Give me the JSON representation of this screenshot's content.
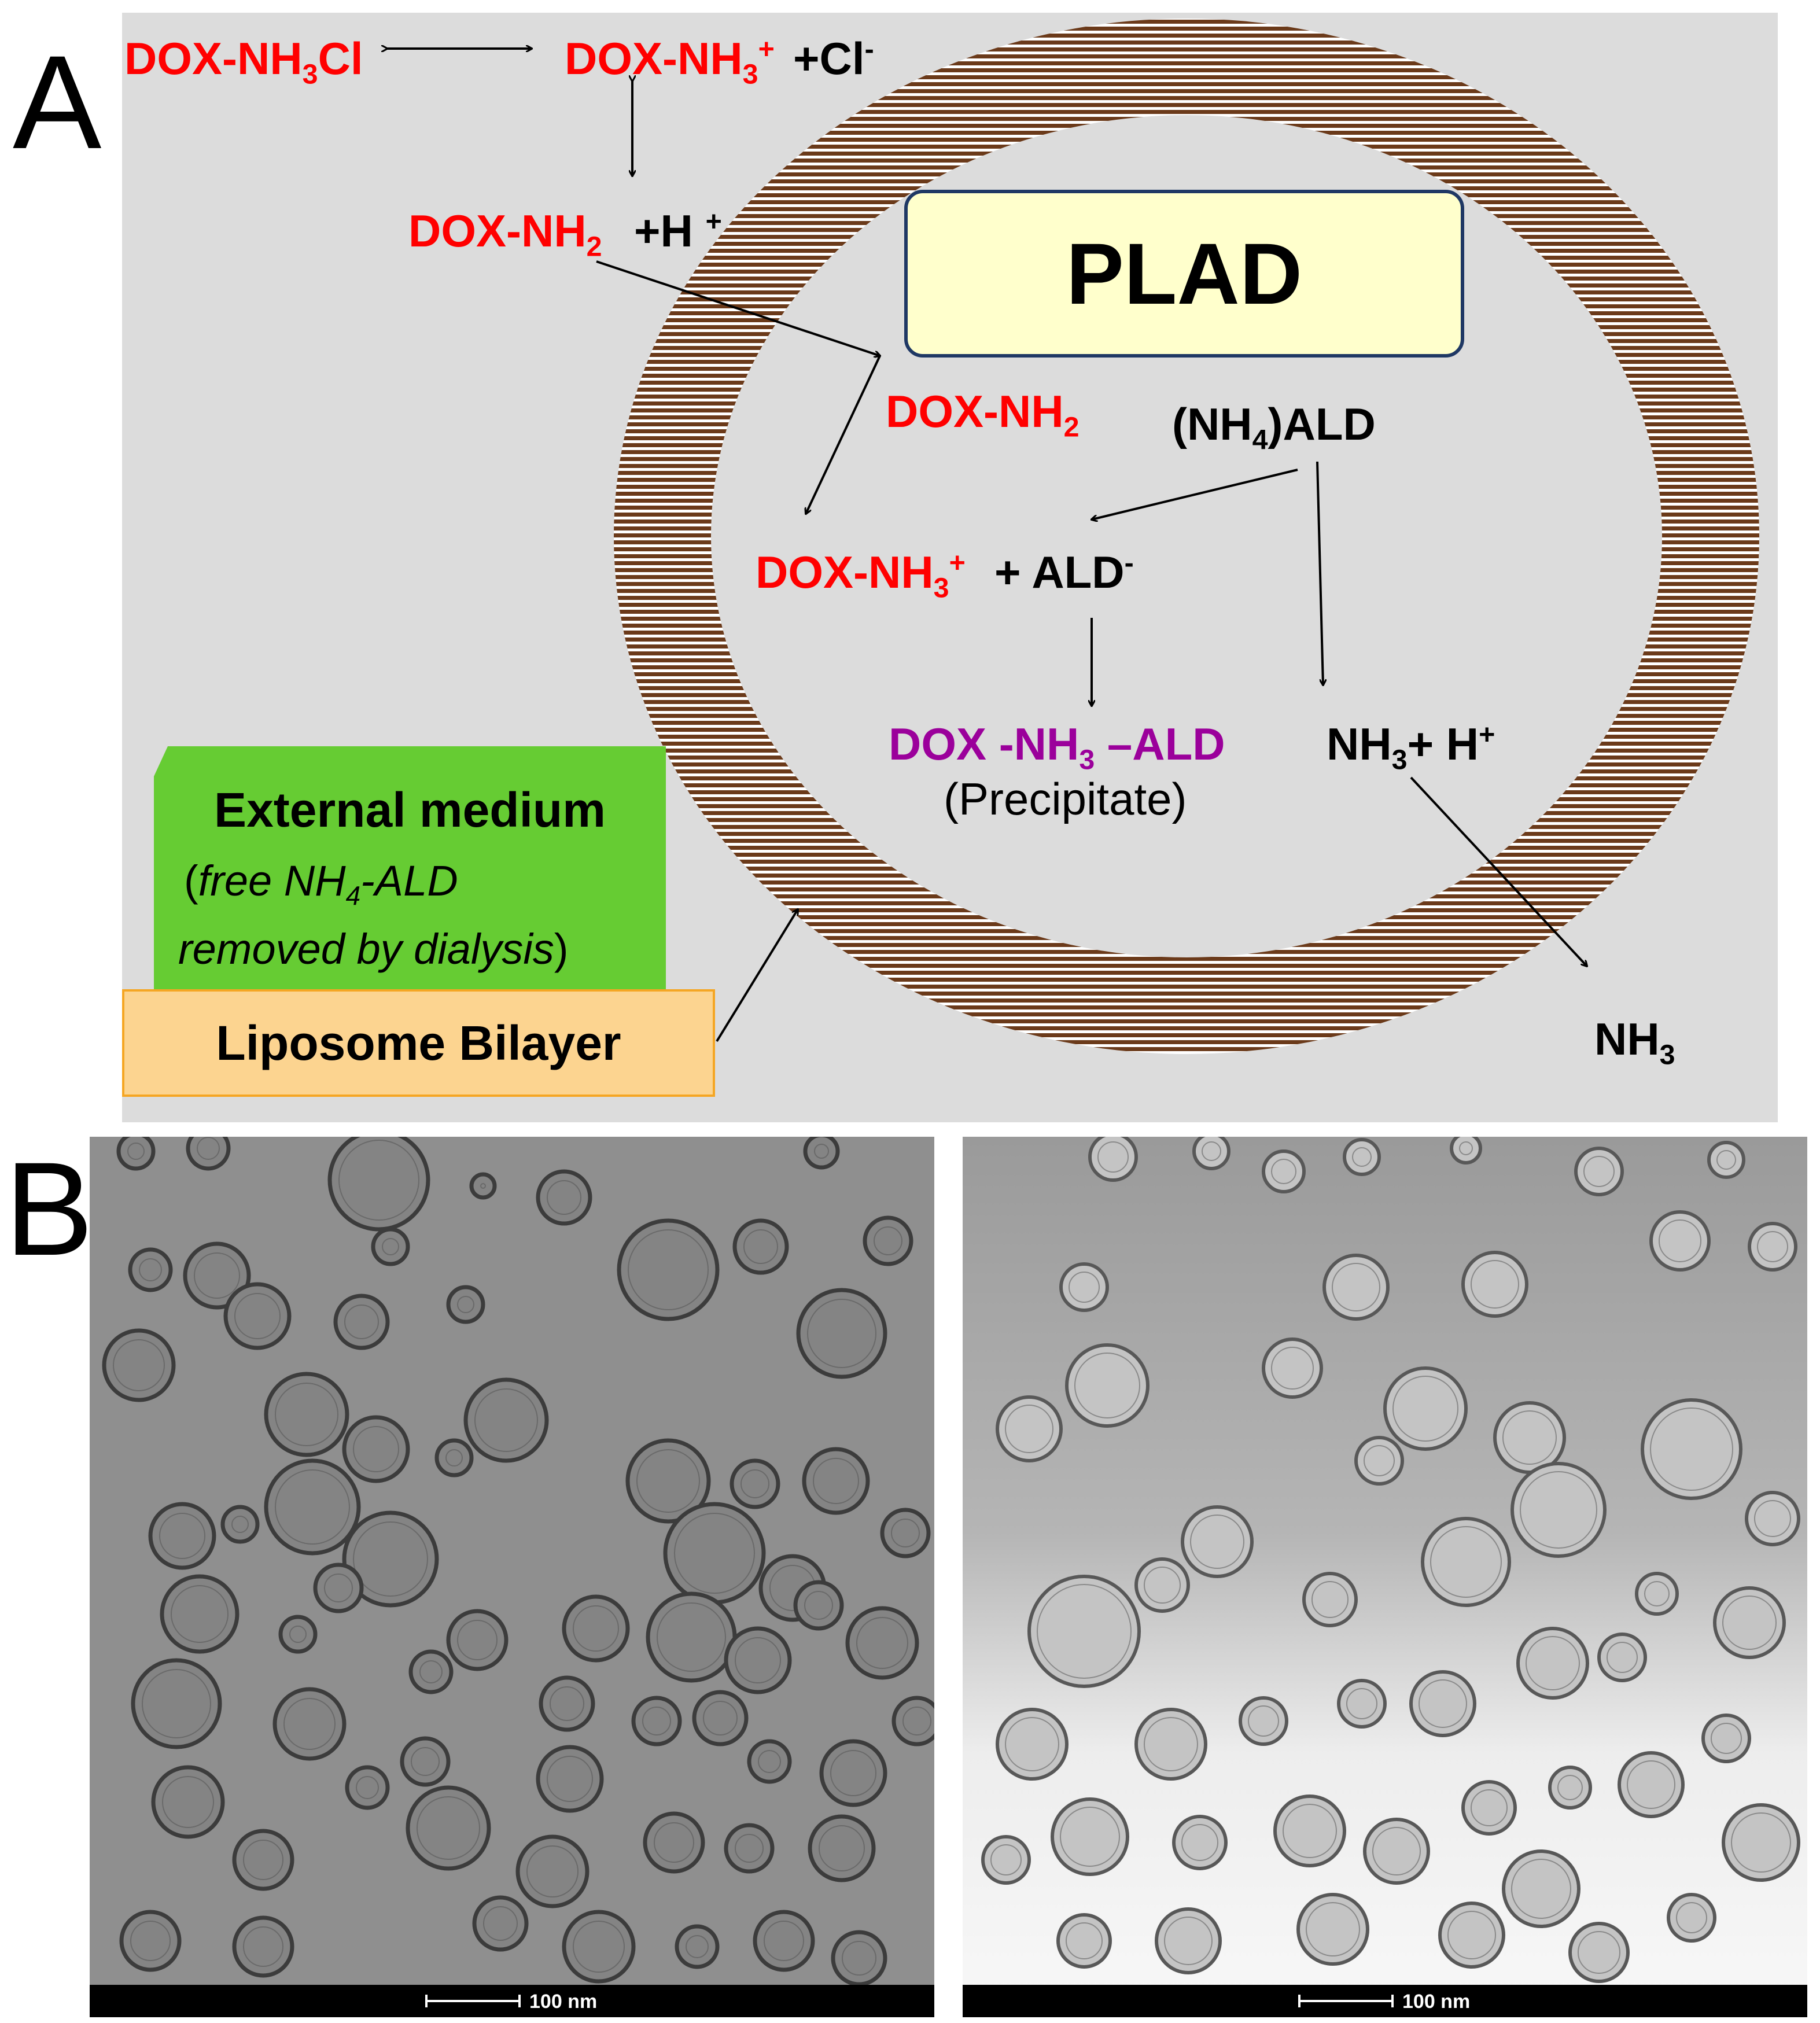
{
  "panels": {
    "a": "A",
    "b": "B"
  },
  "labels": {
    "dox_nh3cl": {
      "main": "DOX-NH",
      "sub": "3",
      "tail": "Cl"
    },
    "dox_nh3_ext": {
      "main": "DOX-NH",
      "sub": "3",
      "sup": "+"
    },
    "cl": {
      "main": "+Cl",
      "sup": "-"
    },
    "dox_nh2_ext": {
      "main": "DOX-NH",
      "sub": "2"
    },
    "h_ext": {
      "main": "+H ",
      "sup": "+"
    },
    "dox_nh2_int": {
      "main": "DOX-NH",
      "sub": "2"
    },
    "nh4ald": {
      "main": "(NH",
      "sub": "4",
      "tail": ")ALD"
    },
    "dox_nh3_int": {
      "main": "DOX-NH",
      "sub": "3",
      "sup": "+"
    },
    "ald": {
      "main": "+ ALD",
      "sup": "-"
    },
    "precip": {
      "main": "DOX -NH",
      "sub": "3",
      "tail": " –ALD"
    },
    "precip_note": "(Precipitate)",
    "nh3_h": {
      "main": "NH",
      "sub": "3",
      "tail": "+ H",
      "sup": "+"
    },
    "nh3_out": {
      "main": "NH",
      "sub": "3"
    }
  },
  "plad": "PLAD",
  "external_medium": {
    "title": "External medium",
    "line1_a": "(",
    "line1_b": "free NH",
    "line1_sub": "4",
    "line1_c": "-ALD",
    "line2_a": "removed by dialysis",
    "line2_b": ")"
  },
  "liposome_bilayer": "Liposome Bilayer",
  "scale_bar": {
    "left": "100 nm",
    "right": "100 nm"
  },
  "colors": {
    "drug": "#ff0000",
    "precipitate": "#9b009b",
    "bilayer": "#6b3a1a",
    "plad_box": "#ffffcc",
    "external_box": "#66cc33",
    "bilayer_box": "#fcd490"
  }
}
